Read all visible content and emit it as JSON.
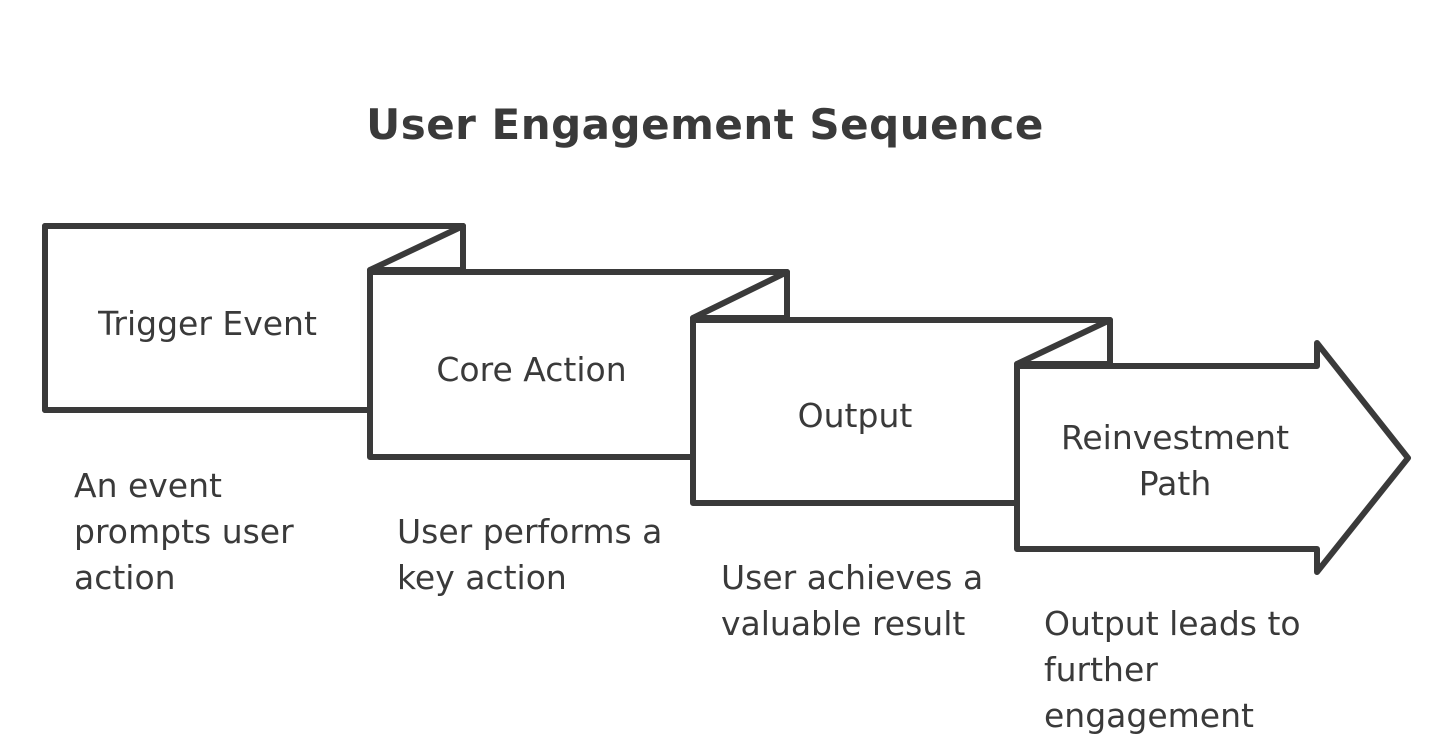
{
  "diagram": {
    "title": "User Engagement Sequence",
    "steps": [
      {
        "label": "Trigger Event",
        "description": "An event prompts user action"
      },
      {
        "label": "Core Action",
        "description": "User performs a key action"
      },
      {
        "label": "Output",
        "description": "User achieves a valuable result"
      },
      {
        "label": "Reinvestment Path",
        "description": "Output leads to further engagement"
      }
    ],
    "colors": {
      "stroke": "#3a3a3a",
      "fill": "#ffffff",
      "text": "#3a3a3a"
    }
  }
}
